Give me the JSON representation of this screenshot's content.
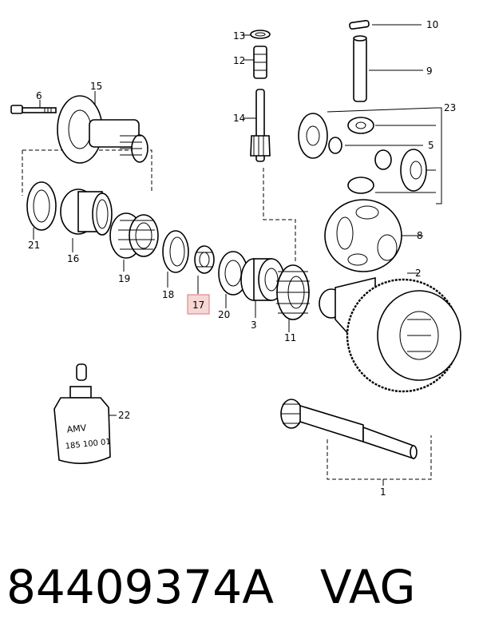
{
  "diagram": {
    "callouts": [
      "1",
      "2",
      "3",
      "5",
      "6",
      "8",
      "9",
      "10",
      "11",
      "12",
      "13",
      "14",
      "15",
      "16",
      "17",
      "18",
      "19",
      "20",
      "21",
      "22",
      "23"
    ],
    "highlighted": "17",
    "bottle_label_line1": "AMV",
    "bottle_label_line2": "185 100 01"
  },
  "caption": {
    "part_number": "84409374A",
    "brand": "VAG"
  }
}
